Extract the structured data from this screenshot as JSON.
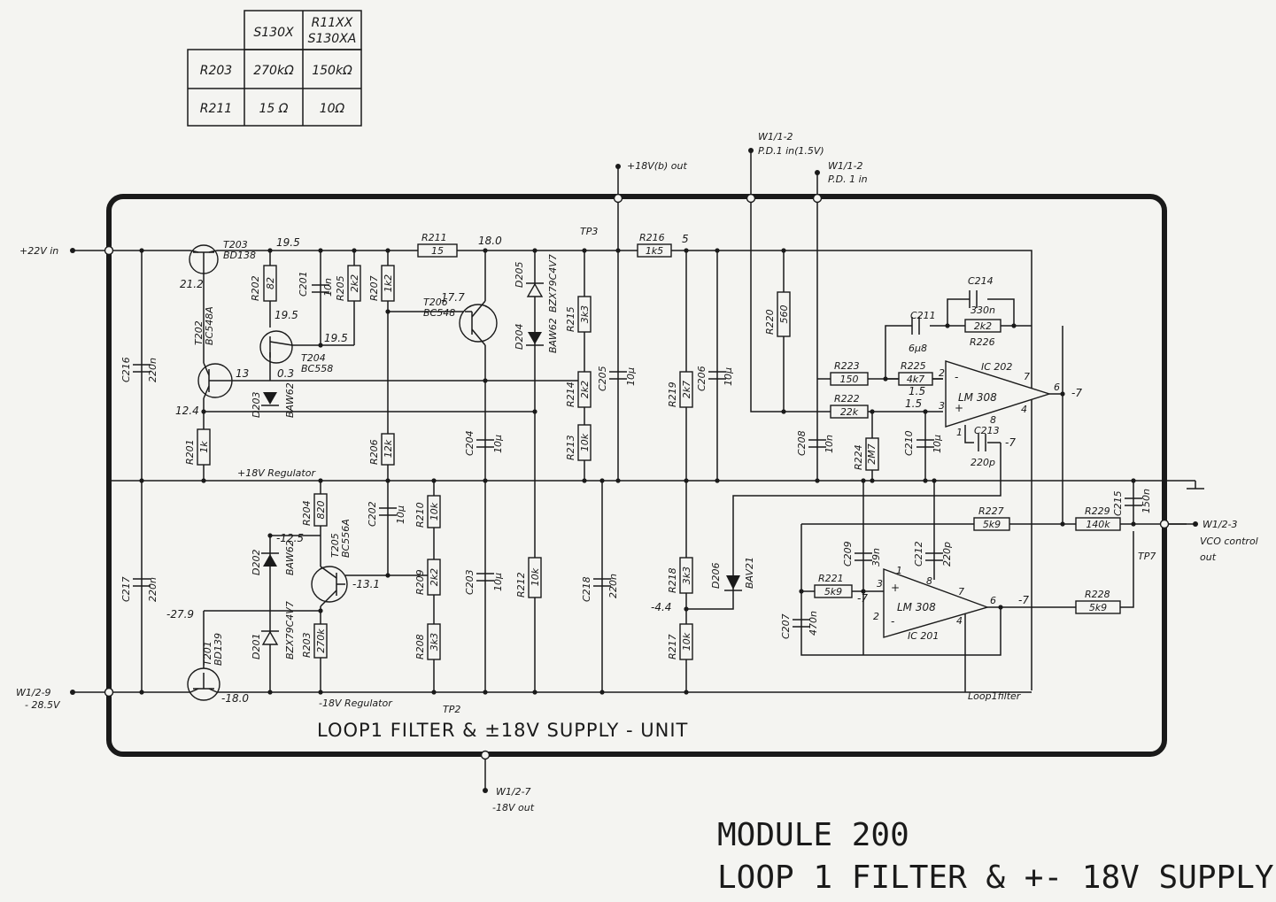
{
  "variant_table": {
    "col_headers": [
      "S130X",
      "R11XX\nS130XA"
    ],
    "rows": [
      {
        "ref": "R203",
        "v1": "270kΩ",
        "v2": "150kΩ"
      },
      {
        "ref": "R211",
        "v1": "15 Ω",
        "v2": "10Ω"
      }
    ]
  },
  "terminals": {
    "plus22": "+22V in",
    "w12_9": "W1/2-9",
    "w12_9_volt": "- 28.5V",
    "plus18b": "+18V(b) out",
    "w11_2a": "W1/1-2",
    "w11_2a_sub": "P.D.1 in(1.5V)",
    "w11_2b": "W1/1-2",
    "w11_2b_sub": "P.D. 1 in",
    "w12_3": "W1/2-3",
    "vco1": "VCO control",
    "vco2": "out",
    "w12_7": "W1/2-7",
    "w12_7_sub": "-18V out"
  },
  "nets": {
    "reg_pos": "+18V Regulator",
    "reg_neg": "-18V Regulator",
    "loop_filter": "Loop1filter",
    "tp3": "TP3",
    "tp2": "TP2",
    "tp7": "TP7"
  },
  "transistors": [
    {
      "ref": "T203",
      "type": "BD138"
    },
    {
      "ref": "T202",
      "type": "BC548A"
    },
    {
      "ref": "T204",
      "type": "BC558"
    },
    {
      "ref": "T206",
      "type": "BC548"
    },
    {
      "ref": "T205",
      "type": "BC556A"
    },
    {
      "ref": "T201",
      "type": "BD139"
    }
  ],
  "diodes": [
    {
      "ref": "D205",
      "type": "BZX79C4V7"
    },
    {
      "ref": "D204",
      "type": "BAW62"
    },
    {
      "ref": "D203",
      "type": "BAW62"
    },
    {
      "ref": "D202",
      "type": "BAW62"
    },
    {
      "ref": "D201",
      "type": "BZX79C4V7"
    },
    {
      "ref": "D206",
      "type": "BAV21"
    }
  ],
  "resistors": [
    {
      "ref": "R211",
      "value": "15"
    },
    {
      "ref": "R216",
      "value": "1k5"
    },
    {
      "ref": "R202",
      "value": "82"
    },
    {
      "ref": "R205",
      "value": "2k2"
    },
    {
      "ref": "R207",
      "value": "1k2"
    },
    {
      "ref": "R215",
      "value": "3k3"
    },
    {
      "ref": "R214",
      "value": "2k2"
    },
    {
      "ref": "R213",
      "value": "10k"
    },
    {
      "ref": "R219",
      "value": "2k7"
    },
    {
      "ref": "R220",
      "value": "560"
    },
    {
      "ref": "R223",
      "value": "150"
    },
    {
      "ref": "R225",
      "value": "4k7"
    },
    {
      "ref": "R222",
      "value": "22k"
    },
    {
      "ref": "R226",
      "value": "2k2"
    },
    {
      "ref": "R224",
      "value": "2M7"
    },
    {
      "ref": "R201",
      "value": "1k"
    },
    {
      "ref": "R206",
      "value": "12k"
    },
    {
      "ref": "R204",
      "value": "820"
    },
    {
      "ref": "R210",
      "value": "10k"
    },
    {
      "ref": "R209",
      "value": "2k2"
    },
    {
      "ref": "R208",
      "value": "3k3"
    },
    {
      "ref": "R203",
      "value": "270k"
    },
    {
      "ref": "R212",
      "value": "10k"
    },
    {
      "ref": "R218",
      "value": "3k3"
    },
    {
      "ref": "R217",
      "value": "10k"
    },
    {
      "ref": "R227",
      "value": "5k9"
    },
    {
      "ref": "R229",
      "value": "140k"
    },
    {
      "ref": "R221",
      "value": "5k9"
    },
    {
      "ref": "R228",
      "value": "5k9"
    }
  ],
  "capacitors": [
    {
      "ref": "C201",
      "value": "10n"
    },
    {
      "ref": "C216",
      "value": "220n"
    },
    {
      "ref": "C205",
      "value": "10µ"
    },
    {
      "ref": "C206",
      "value": "10µ"
    },
    {
      "ref": "C214",
      "value": "330n"
    },
    {
      "ref": "C211",
      "value": "6µ8"
    },
    {
      "ref": "C204",
      "value": "10µ"
    },
    {
      "ref": "C208",
      "value": "10n"
    },
    {
      "ref": "C210",
      "value": "10µ"
    },
    {
      "ref": "C213",
      "value": "220p"
    },
    {
      "ref": "C215",
      "value": "150n"
    },
    {
      "ref": "C202",
      "value": "10µ"
    },
    {
      "ref": "C217",
      "value": "220n"
    },
    {
      "ref": "C203",
      "value": "10µ"
    },
    {
      "ref": "C218",
      "value": "220n"
    },
    {
      "ref": "C209",
      "value": "39n"
    },
    {
      "ref": "C212",
      "value": "220p"
    },
    {
      "ref": "C207",
      "value": "470n"
    }
  ],
  "ics": [
    {
      "ref": "IC 202",
      "type": "LM 308"
    },
    {
      "ref": "IC 201",
      "type": "LM 308"
    }
  ],
  "pins": [
    "2",
    "3",
    "6",
    "7",
    "4",
    "8",
    "1",
    "3",
    "2",
    "6",
    "7",
    "4",
    "8",
    "1"
  ],
  "opamp_signs": [
    "-",
    "+",
    "+",
    "-"
  ],
  "voltages": {
    "t203_c": "19.5",
    "t206_c": "18.0",
    "r216_out": "5",
    "t203_b": "21.2",
    "t206_b": "17.7",
    "t204_b": "19.5",
    "t204_e": "19.5",
    "t204_c": "0.3",
    "t202_b": "13",
    "t202_e": "12.4",
    "ic202_in": "1.5",
    "ic202_p3": "1.5",
    "ic202_out": "-7",
    "c213_r": "-7",
    "t205_e": "-12.5",
    "t205_b": "-13.1",
    "t201_b": "-27.9",
    "t201_e": "-18.0",
    "r218_j": "-4.4",
    "ic201_in": "-7",
    "ic201_out": "-7"
  },
  "unit_title": "LOOP1 FILTER  &  ±18V  SUPPLY - UNIT",
  "title": {
    "line1": "MODULE 200",
    "line2": "LOOP 1 FILTER & +- 18V SUPPLY"
  }
}
